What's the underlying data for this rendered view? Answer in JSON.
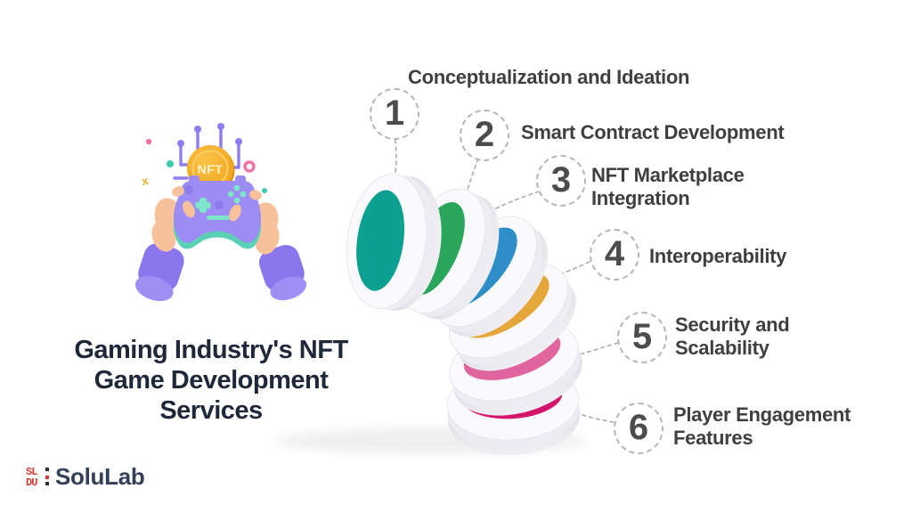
{
  "title": {
    "lines": [
      "Gaming Industry's NFT",
      "Game Development",
      "Services"
    ]
  },
  "brand": {
    "name": "SoluLab",
    "icon_row1": "SL",
    "icon_row2": "DU"
  },
  "illustration": {
    "coin_label": "NFT"
  },
  "steps": [
    {
      "number": "1",
      "lines": [
        "Conceptualization and Ideation"
      ],
      "color": "#0ba08f"
    },
    {
      "number": "2",
      "lines": [
        "Smart Contract Development"
      ],
      "color": "#2aa65c"
    },
    {
      "number": "3",
      "lines": [
        "NFT Marketplace",
        "Integration"
      ],
      "color": "#2e8fc8"
    },
    {
      "number": "4",
      "lines": [
        "Interoperability"
      ],
      "color": "#e5a63a"
    },
    {
      "number": "5",
      "lines": [
        "Security and",
        "Scalability"
      ],
      "color": "#e0659f"
    },
    {
      "number": "6",
      "lines": [
        "Player Engagement",
        "Features"
      ],
      "color": "#d4156c"
    }
  ],
  "palette": {
    "background": "#ffffff",
    "title_text": "#1f2839",
    "label_text": "#3f3f3f",
    "number_text": "#4c4c4c",
    "circle_border": "#b5b5b5",
    "leader_line": "#adadad",
    "disc_white": "#fafafc",
    "logo_red": "#d63832",
    "logo_text": "#344058",
    "coin_gold": "#f3a81e",
    "controller_purple": "#9c8cf4",
    "sleeve_purple": "#8a76ed",
    "mint": "#7ee5c8",
    "skin": "#f6c19b"
  }
}
